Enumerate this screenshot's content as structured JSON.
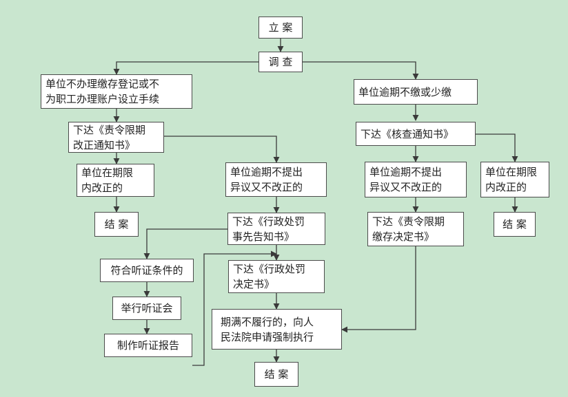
{
  "nodes": {
    "file_case": "立 案",
    "investigate": "调 查",
    "left_branch_cause": "单位不办理缴存登记或不\n为职工办理账户设立手续",
    "right_branch_cause": "单位逾期不缴或少缴",
    "order_correction": "下达《责令限期\n改正通知书》",
    "verify_notice": "下达《核查通知书》",
    "left_corrected_in_time": "单位在期限\n内改正的",
    "left_no_objection": "单位逾期不提出\n异议又不改正的",
    "right_no_objection": "单位逾期不提出\n异议又不改正的",
    "right_corrected_in_time": "单位在期限\n内改正的",
    "close_left": "结 案",
    "admin_penalty_prior_notice": "下达《行政处罚\n事先告知书》",
    "deposit_decision": "下达《责令限期\n缴存决定书》",
    "close_right": "结 案",
    "hearing_eligible": "符合听证条件的",
    "admin_penalty_decision": "下达《行政处罚\n决定书》",
    "hold_hearing": "举行听证会",
    "overdue_apply_court": "期满不履行的，向人\n民法院申请强制执行",
    "hearing_report": "制作听证报告",
    "close_final": "结 案"
  },
  "colors": {
    "background": "#c9e6cf",
    "box_fill": "#ffffff",
    "box_border": "#4a4a4a",
    "connector": "#3a3a3a"
  }
}
